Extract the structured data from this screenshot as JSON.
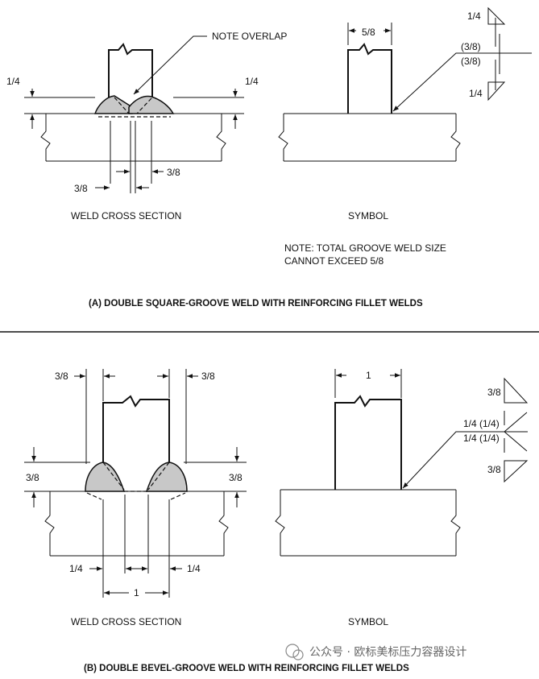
{
  "panel_a": {
    "note_label": "NOTE OVERLAP",
    "dim_top_left": "1/4",
    "dim_top_right": "1/4",
    "dim_bottom_left": "3/8",
    "dim_bottom_right": "3/8",
    "symbol_width": "5/8",
    "sym_top_fillet": "1/4",
    "sym_groove_top": "(3/8)",
    "sym_groove_bottom": "(3/8)",
    "sym_bottom_fillet": "1/4",
    "cross_section_caption": "WELD CROSS SECTION",
    "symbol_caption": "SYMBOL",
    "note_line1": "NOTE: TOTAL GROOVE WELD SIZE",
    "note_line2": "CANNOT EXCEED 5/8",
    "title": "(A) DOUBLE SQUARE-GROOVE WELD WITH REINFORCING FILLET WELDS"
  },
  "panel_b": {
    "dim_top_left": "3/8",
    "dim_top_right": "3/8",
    "dim_left_side": "3/8",
    "dim_right_side": "3/8",
    "dim_bottom_left": "1/4",
    "dim_bottom_right": "1/4",
    "dim_bottom_total": "1",
    "symbol_width": "1",
    "sym_top_fillet": "3/8",
    "sym_groove_top": "1/4 (1/4)",
    "sym_groove_bottom": "1/4 (1/4)",
    "sym_bottom_fillet": "3/8",
    "cross_section_caption": "WELD CROSS SECTION",
    "symbol_caption": "SYMBOL",
    "title": "(B) DOUBLE BEVEL-GROOVE WELD WITH REINFORCING FILLET WELDS"
  },
  "watermark": "公众号 · 欧标美标压力容器设计"
}
